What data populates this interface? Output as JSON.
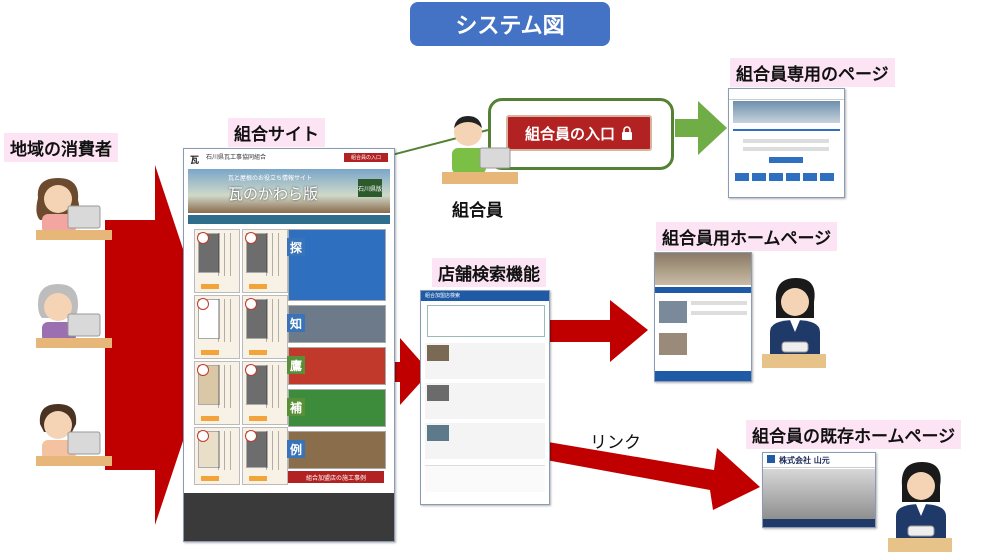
{
  "title": "システム図",
  "labels": {
    "consumers": "地域の消費者",
    "union_site": "組合サイト",
    "member_page": "組合員専用のページ",
    "member": "組合員",
    "member_entrance": "組合員の入口",
    "store_search": "店舗検索機能",
    "member_homepage": "組合員用ホームページ",
    "link": "リンク",
    "existing_homepage": "組合員の既存ホームページ"
  },
  "union_site": {
    "org_name": "石川県瓦工事協同組合",
    "header_button": "組合員の入口",
    "banner_text": "瓦のかわら版",
    "banner_sub": "瓦と屋根のお役立ち情報サイト",
    "tag": "石川県版",
    "side_labels": [
      "探",
      "知",
      "鷹",
      "補",
      "例"
    ],
    "footer_link": "組合加盟店の施工事例"
  },
  "store_search_shot": {
    "header": "組合加盟店検索"
  },
  "existing_homepage_shot": {
    "company": "株式会社 山元"
  },
  "colors": {
    "title_bg": "#4472c4",
    "label_bg": "#fce4f4",
    "arrow_red": "#c00000",
    "arrow_green": "#70ad47",
    "entrance_red": "#b22222",
    "callout_border": "#548235"
  },
  "icons": [
    "lock-icon",
    "consumer-person-icon",
    "member-person-icon",
    "operator-person-icon"
  ]
}
